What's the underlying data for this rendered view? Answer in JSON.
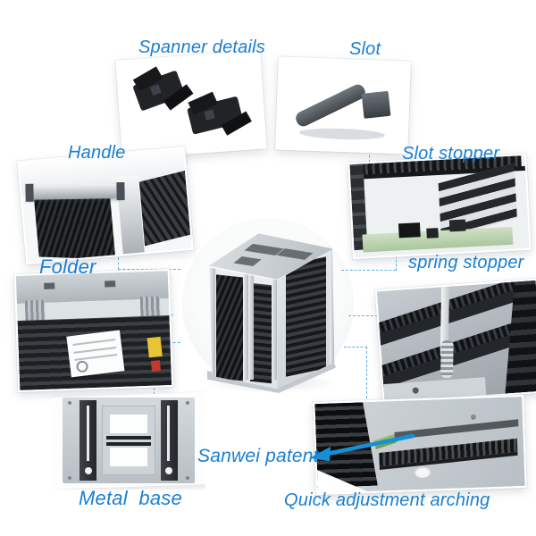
{
  "colors": {
    "label_color": "#1a7fd2",
    "line_color": "#5fb0e2",
    "arrow_color": "#1590d8",
    "pcb_green": "#cfe0c4"
  },
  "callouts": {
    "spanner": {
      "label": "Spanner details"
    },
    "slot": {
      "label": "Slot"
    },
    "handle": {
      "label": "Handle"
    },
    "slot_stopper": {
      "label": "Slot stopper"
    },
    "folder": {
      "label": "Folder"
    },
    "spring_stopper": {
      "label": "spring stopper"
    },
    "metal_base": {
      "label": "Metal  base"
    },
    "sanwei": {
      "label": "Sanwei patent"
    },
    "quick_adjustment": {
      "label": "Quick adjustment arching"
    }
  }
}
